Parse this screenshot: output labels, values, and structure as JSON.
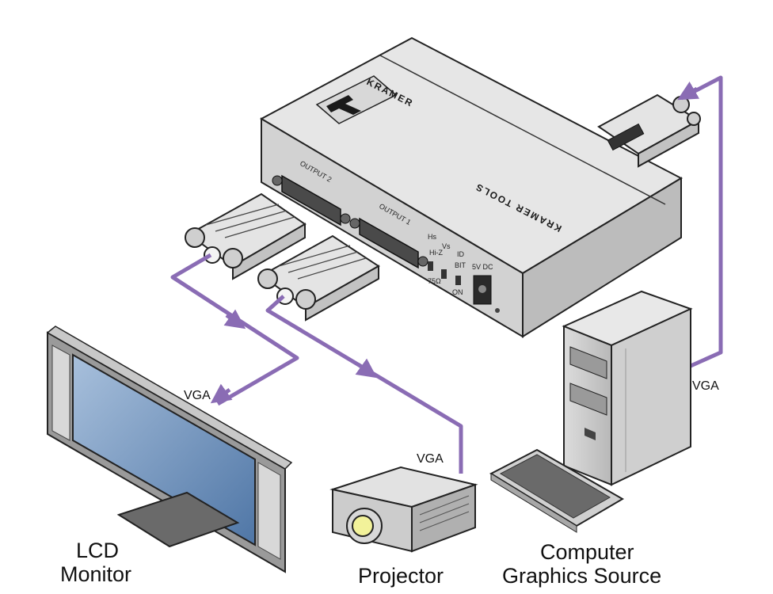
{
  "box": {
    "logo_text": "KRAMER",
    "brand_text": "KRAMER TOOLS",
    "output_2_label": "OUTPUT 2",
    "output_1_label": "OUTPUT 1",
    "switch_hs_label": "Hs",
    "switch_vs_label": "Vs",
    "switch_id_label": "ID",
    "switch_hiz_label": "Hi-Z",
    "switch_75_label": "75Ω",
    "switch_bit_label": "BIT",
    "switch_on_label": "ON",
    "power_label": "5V DC"
  },
  "cables": {
    "lcd_label": "VGA",
    "projector_label": "VGA",
    "source_label": "VGA"
  },
  "devices": {
    "lcd_line1": "LCD",
    "lcd_line2": "Monitor",
    "projector": "Projector",
    "source_line1": "Computer",
    "source_line2": "Graphics Source"
  },
  "colors": {
    "cable": "#8a6cb4",
    "box_top": "#e6e6e6",
    "box_front": "#d0d0d0",
    "screen": "#5f86b4"
  }
}
